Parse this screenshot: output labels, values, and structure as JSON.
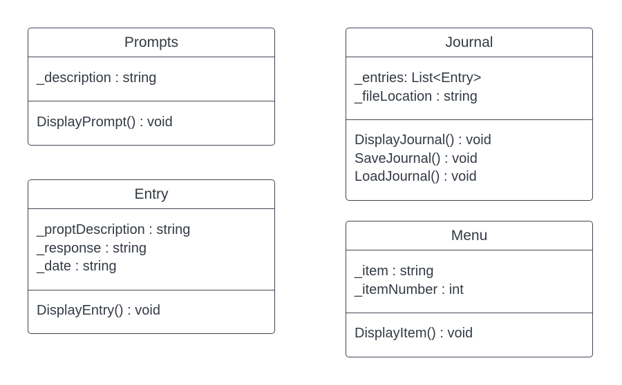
{
  "classes": {
    "prompts": {
      "name": "Prompts",
      "attributes": [
        "_description : string"
      ],
      "methods": [
        "DisplayPrompt() : void"
      ]
    },
    "journal": {
      "name": "Journal",
      "attributes": [
        "_entries: List<Entry>",
        "_fileLocation : string"
      ],
      "methods": [
        "DisplayJournal() : void",
        "SaveJournal() : void",
        "LoadJournal() : void"
      ]
    },
    "entry": {
      "name": "Entry",
      "attributes": [
        "_proptDescription : string",
        "_response : string",
        "_date : string"
      ],
      "methods": [
        "DisplayEntry() : void"
      ]
    },
    "menu": {
      "name": "Menu",
      "attributes": [
        "_item : string",
        "_itemNumber : int"
      ],
      "methods": [
        "DisplayItem() : void"
      ]
    }
  }
}
